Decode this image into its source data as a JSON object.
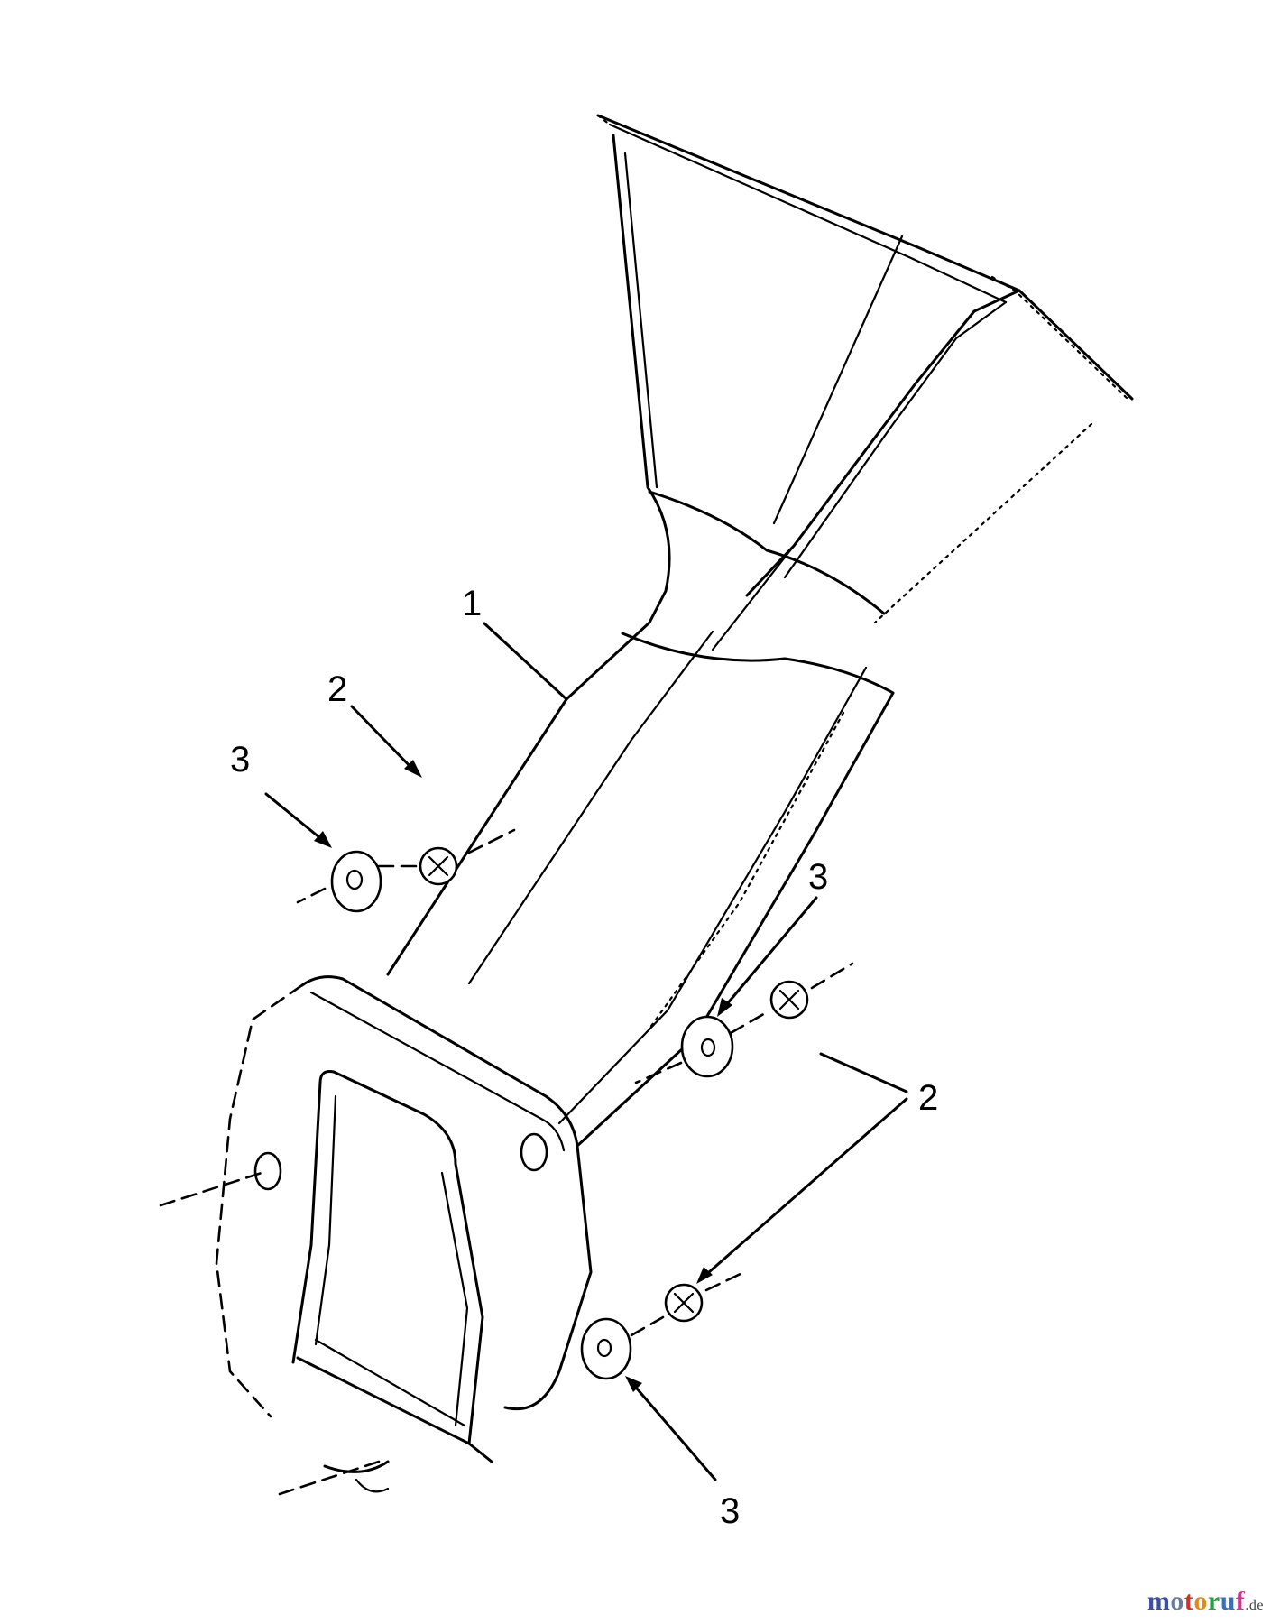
{
  "callouts": [
    {
      "id": "c1",
      "label": "1"
    },
    {
      "id": "c2a",
      "label": "2"
    },
    {
      "id": "c3a",
      "label": "3"
    },
    {
      "id": "c3b",
      "label": "3"
    },
    {
      "id": "c2b",
      "label": "2"
    },
    {
      "id": "c3c",
      "label": "3"
    }
  ],
  "watermark": {
    "letters": [
      "m",
      "o",
      "t",
      "o",
      "r",
      "u",
      "f"
    ],
    "letter_colors": [
      "#3b4fa3",
      "#6a7a9a",
      "#d0312d",
      "#e08a1e",
      "#2f9b45",
      "#3a6fc0",
      "#c43a8e"
    ],
    "suffix": ".de"
  }
}
